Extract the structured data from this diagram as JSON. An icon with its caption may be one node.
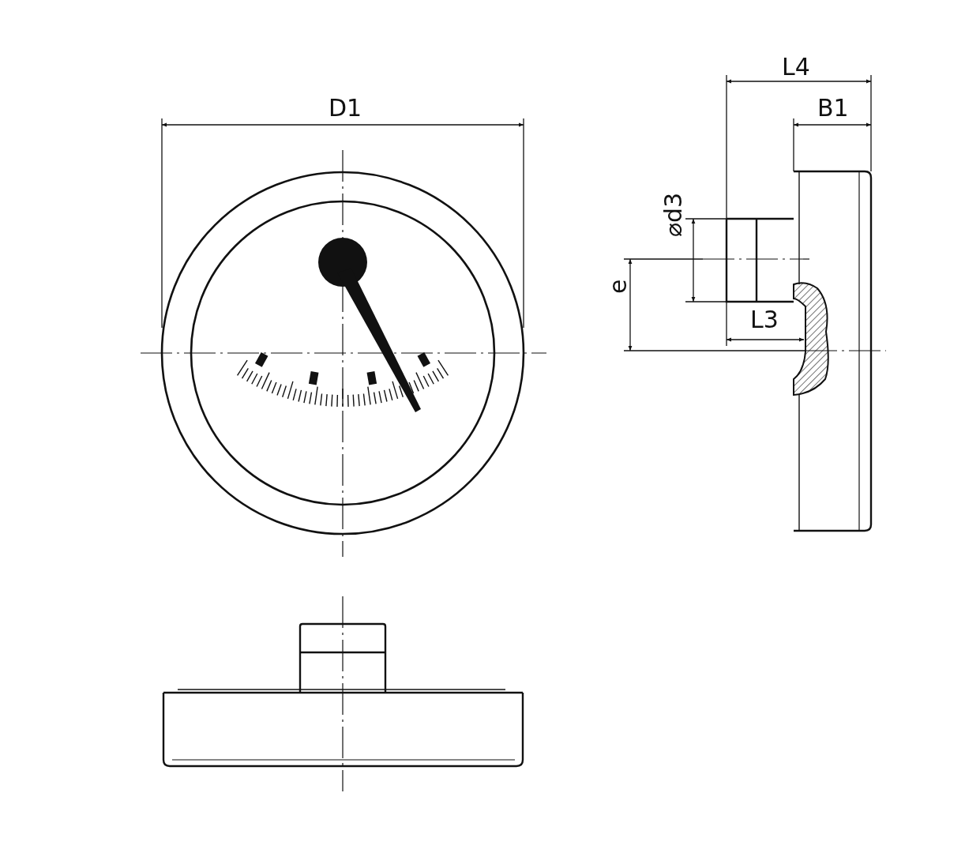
{
  "diagram": {
    "labels": [
      "L4",
      "D1",
      "B1",
      "⌀d3",
      "e",
      "L3"
    ]
  }
}
